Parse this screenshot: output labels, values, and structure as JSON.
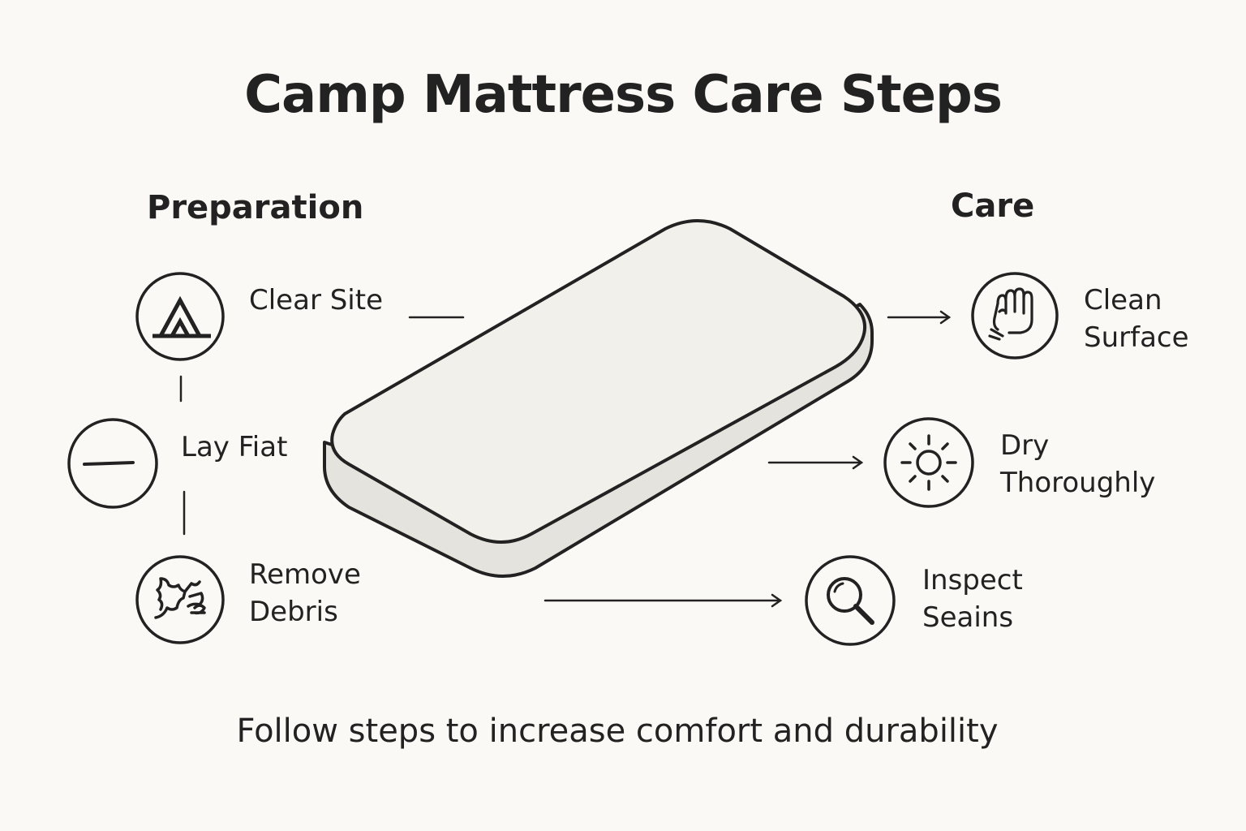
{
  "title": "Camp Mattress Care Steps",
  "preparation": {
    "heading": "Preparation",
    "steps": [
      {
        "lines": [
          "Clear Site"
        ],
        "icon": "tent-icon"
      },
      {
        "lines": [
          "Lay Fiat"
        ],
        "icon": "flat-line-icon"
      },
      {
        "lines": [
          "Remove",
          "Debris"
        ],
        "icon": "debris-icon"
      }
    ]
  },
  "care": {
    "heading": "Care",
    "steps": [
      {
        "lines": [
          "Clean",
          "Surface"
        ],
        "icon": "hand-icon"
      },
      {
        "lines": [
          "Dry",
          "Thoroughly"
        ],
        "icon": "sun-icon"
      },
      {
        "lines": [
          "Inspect",
          "Seains"
        ],
        "icon": "magnifier-icon"
      }
    ]
  },
  "footer": "Follow steps to increase comfort and durability",
  "colors": {
    "background": "#fbf9f5",
    "ink": "#222222",
    "mattress_top": "#f1f0eb",
    "mattress_side": "#e4e3dd"
  }
}
